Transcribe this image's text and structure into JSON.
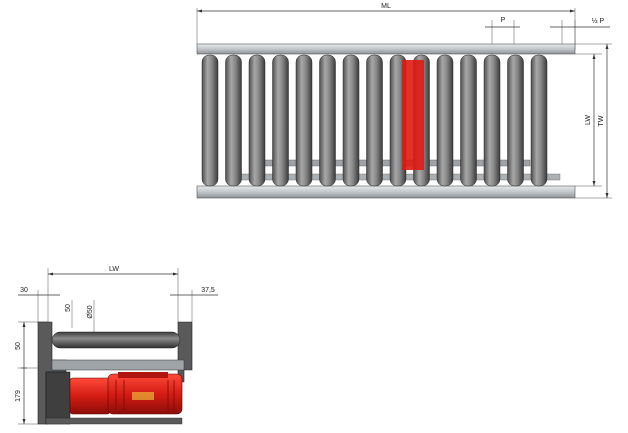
{
  "top_view": {
    "labels": {
      "ml": "ML",
      "p": "P",
      "half_p": "½ P",
      "lw": "LW",
      "tw": "TW"
    },
    "roller_count": 15,
    "drive_roller_index": 8
  },
  "side_view": {
    "labels": {
      "lw": "LW",
      "left_offset": "30",
      "right_offset": "37,5",
      "roller_diameter": "Ø50",
      "dim_small_vertical": "50",
      "dim_left_upper": "50",
      "dim_left_lower": "179"
    }
  },
  "colors": {
    "roller": "#7d7d7d",
    "frame": "#c9cccf",
    "motor": "#d92020",
    "dark_frame": "#4a4a4a"
  }
}
